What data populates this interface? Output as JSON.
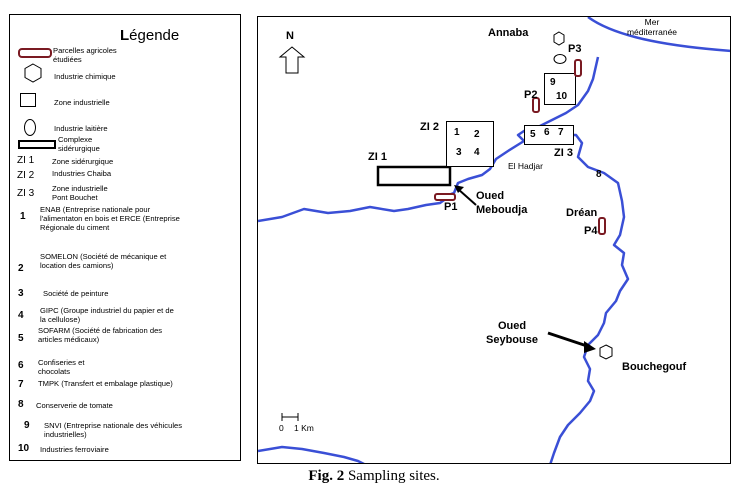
{
  "legend": {
    "title": "Légende",
    "entries": [
      {
        "code": "",
        "text": "Parcelles agricoles étudiées"
      },
      {
        "code": "",
        "text": "Industrie chimique"
      },
      {
        "code": "",
        "text": "Zone industrielle"
      },
      {
        "code": "",
        "text": "Industrie laitière"
      },
      {
        "code": "",
        "text": "Complexe sidérurgique"
      },
      {
        "code": "ZI 1",
        "text": "Zone sidérurgique"
      },
      {
        "code": "ZI 2",
        "text": "Industries Chaiba"
      },
      {
        "code": "ZI 3",
        "text": "Zone industrielle Pont Bouchet"
      },
      {
        "code": "1",
        "text": "ENAB (Entreprise nationale pour l'alimentaton en bois et ERCE (Entreprise Régionale du ciment"
      },
      {
        "code": "2",
        "text": "SOMELON (Société de mécanique et location des camions)"
      },
      {
        "code": "3",
        "text": "Société de peinture"
      },
      {
        "code": "4",
        "text": "GIPC (Groupe industriel du papier et de la cellulose)"
      },
      {
        "code": "5",
        "text": "SOFARM (Société de fabrication des articles médicaux)"
      },
      {
        "code": "6",
        "text": "Confiseries et chocolats"
      },
      {
        "code": "7",
        "text": "TMPK (Transfert et embalage plastique)"
      },
      {
        "code": "8",
        "text": "Conserverie de tomate"
      },
      {
        "code": "9",
        "text": "SNVI (Entreprise nationale des véhicules industrielles)"
      },
      {
        "code": "10",
        "text": "Industries ferroviaire"
      }
    ]
  },
  "map": {
    "north": "N",
    "sea": "Mer méditerranée",
    "annaba": "Annaba",
    "el_hadjar": "El Hadjar",
    "drean": "Dréan",
    "bouchegouf": "Bouchegouf",
    "oued_meboudja": "Oued Meboudja",
    "oued_seybouse": "Oued Seybouse",
    "zi1": "ZI 1",
    "zi2": "ZI 2",
    "zi3": "ZI 3",
    "plots": [
      "P1",
      "P2",
      "P3",
      "P4"
    ],
    "zi2_numbers": [
      "1",
      "2",
      "3",
      "4"
    ],
    "zi3_numbers": [
      "5",
      "6",
      "7"
    ],
    "zone_9_10": [
      "9",
      "10"
    ],
    "site_8": "8",
    "scale": {
      "zero": "0",
      "one": "1 Km"
    },
    "river_color": "#3a4fd6",
    "plot_color": "#7a1a22"
  },
  "caption": {
    "label": "Fig. 2",
    "text": " Sampling sites."
  }
}
